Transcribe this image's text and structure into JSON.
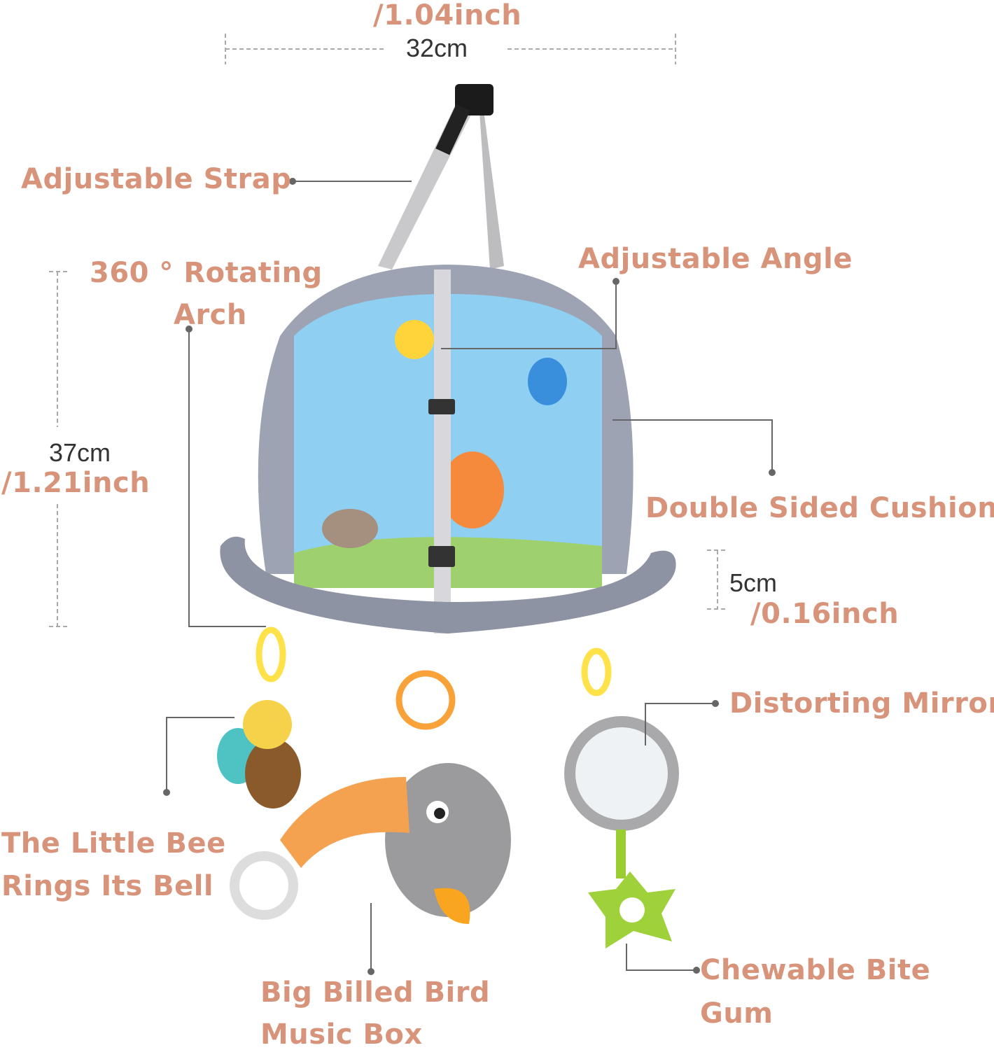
{
  "dimensions": {
    "width_cm": "32cm",
    "width_inch": "/1.04inch",
    "height_cm": "37cm",
    "height_inch": "/1.21inch",
    "depth_cm": "5cm",
    "depth_inch": "/0.16inch"
  },
  "labels": {
    "strap": "Adjustable Strap",
    "arch_line1": "360 ° Rotating",
    "arch_line2": "Arch",
    "angle": "Adjustable Angle",
    "cushion": "Double Sided Cushion",
    "mirror": "Distorting Mirror",
    "bee_line1": "The Little Bee",
    "bee_line2": "Rings Its Bell",
    "bird_line1": "Big Billed Bird",
    "bird_line2": "Music Box",
    "gum_line1": "Chewable Bite",
    "gum_line2": "Gum"
  },
  "colors": {
    "label": "#d8947a",
    "leader": "#666666"
  }
}
